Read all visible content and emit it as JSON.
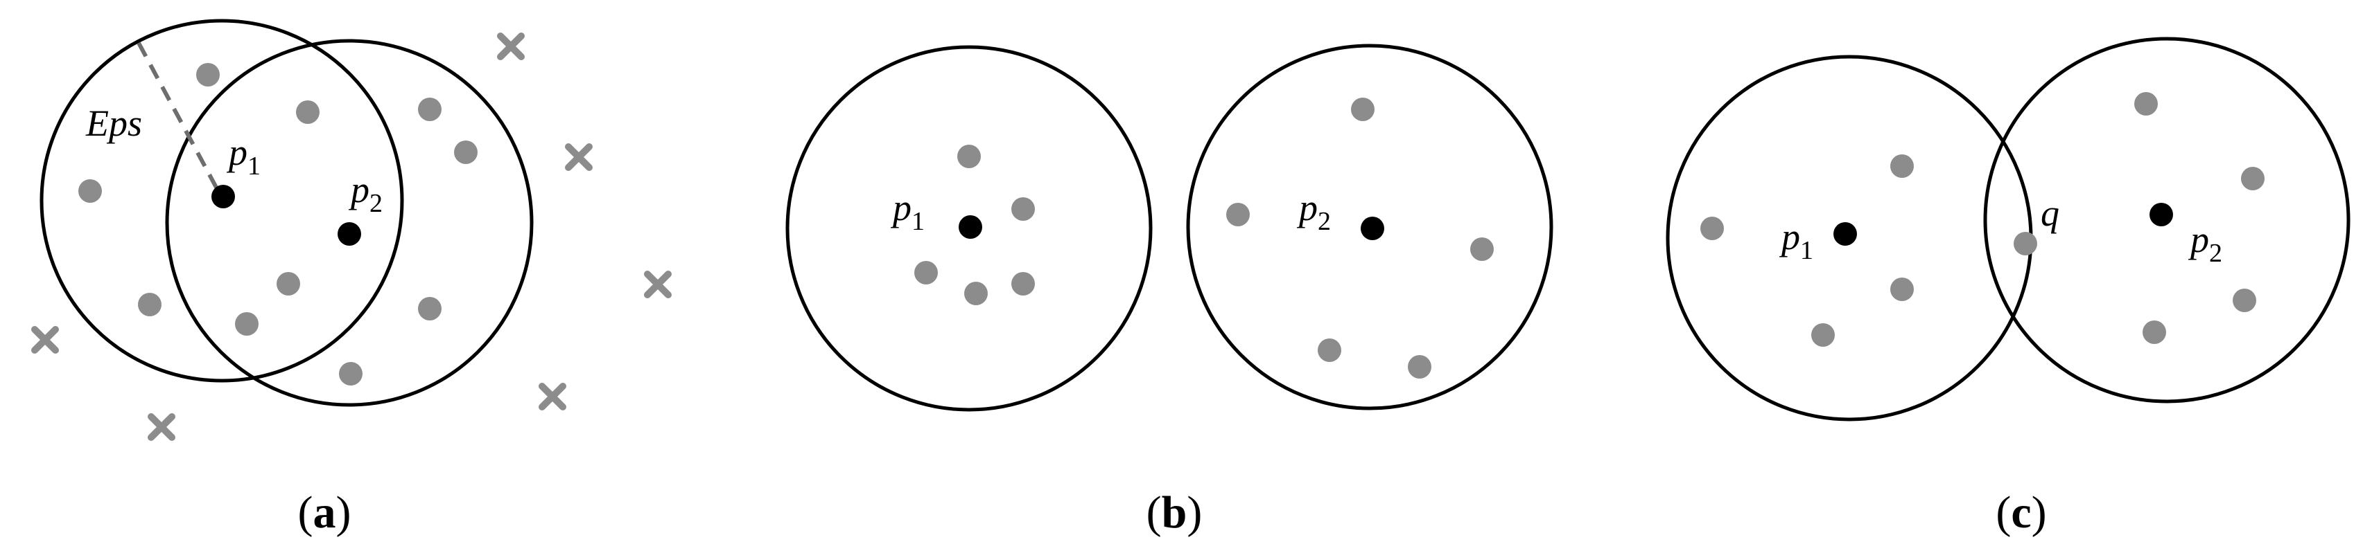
{
  "panels": [
    {
      "caption": {
        "open": "(",
        "letter": "a",
        "close": ")"
      },
      "eps_label": "Eps",
      "p1": {
        "base": "p",
        "sub": "1"
      },
      "p2": {
        "base": "p",
        "sub": "2"
      }
    },
    {
      "caption": {
        "open": "(",
        "letter": "b",
        "close": ")"
      },
      "p1": {
        "base": "p",
        "sub": "1"
      },
      "p2": {
        "base": "p",
        "sub": "2"
      }
    },
    {
      "caption": {
        "open": "(",
        "letter": "c",
        "close": ")"
      },
      "p1": {
        "base": "p",
        "sub": "1"
      },
      "p2": {
        "base": "p",
        "sub": "2"
      },
      "q": "q"
    }
  ],
  "colors": {
    "core": "#000000",
    "neighbor": "#8c8c8c",
    "noise": "#8c8c8c",
    "circle": "#000000"
  }
}
